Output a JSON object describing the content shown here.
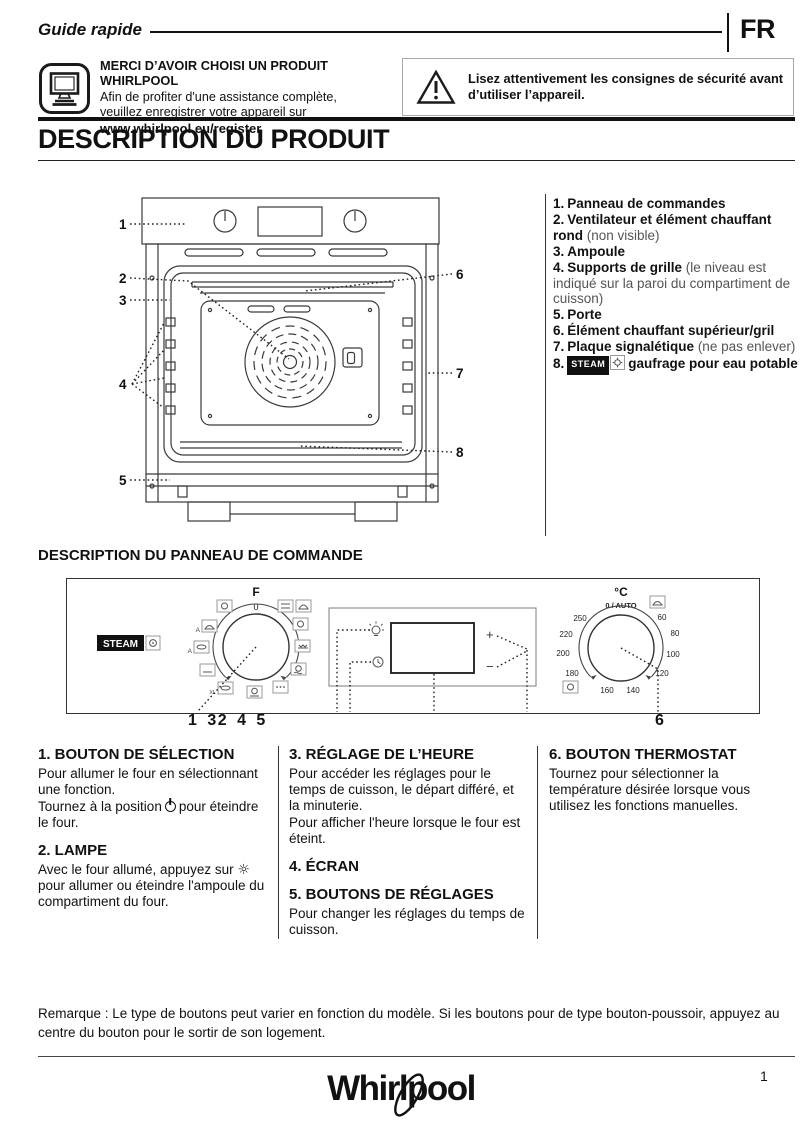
{
  "header": {
    "doc_type": "Guide rapide",
    "lang": "FR"
  },
  "intro": {
    "title": "MERCI D’AVOIR CHOISI UN PRODUIT WHIRLPOOL",
    "line1": "Afin de profiter d'une assistance complète,",
    "line2": "veuillez enregistrer votre appareil sur",
    "url": "www.whirlpool.eu/register",
    "warning1": "Lisez attentivement les consignes de sécurité avant",
    "warning2": "d’utiliser l’appareil."
  },
  "product": {
    "title": "DESCRIPTION DU PRODUIT",
    "parts": [
      {
        "num": "1.",
        "name": "Panneau de commandes"
      },
      {
        "num": "2.",
        "name": "Ventilateur et élément chauffant rond",
        "note": "(non visible)"
      },
      {
        "num": "3.",
        "name": "Ampoule"
      },
      {
        "num": "4.",
        "name": "Supports de grille",
        "note": "(le niveau est indiqué sur la paroi du compartiment de cuisson)"
      },
      {
        "num": "5.",
        "name": "Porte"
      },
      {
        "num": "6.",
        "name": "Élément chauffant supérieur/gril"
      },
      {
        "num": "7.",
        "name": "Plaque signalétique",
        "note": "(ne pas enlever)"
      },
      {
        "num": "8.",
        "badge": "STEAM",
        "name": "gaufrage pour eau potable"
      }
    ],
    "diagram_labels": {
      "l1": "1",
      "l2": "2",
      "l3": "3",
      "l4": "4",
      "l5": "5",
      "l6": "6",
      "l7": "7",
      "l8": "8"
    }
  },
  "panel": {
    "title": "DESCRIPTION DU PANNEAU DE COMMANDE",
    "steam_badge": "STEAM",
    "selector": {
      "letter": "F",
      "zero": "0"
    },
    "display": {
      "plus": "+",
      "minus": "−"
    },
    "thermostat": {
      "unit": "°C",
      "auto": "0 / AUTO",
      "temps": [
        "250",
        "220",
        "200",
        "180",
        "160",
        "140",
        "120",
        "100",
        "80",
        "60"
      ]
    },
    "callouts_left": "1 32 4 5",
    "callouts_right": "6"
  },
  "controls": {
    "s1_heading": "1. BOUTON DE SÉLECTION",
    "s1_p1": "Pour allumer le four en sélectionnant une fonction.",
    "s1_p2_pre": "Tournez à la position",
    "s1_p2_post": "pour éteindre le four.",
    "s2_heading": "2. LAMPE",
    "s2_p_pre": "Avec le four allumé, appuyez sur",
    "s2_p_post": "pour allumer ou éteindre l'ampoule du compartiment du four.",
    "s3_heading": "3. RÉGLAGE DE L’HEURE",
    "s3_p1": "Pour accéder les réglages pour le temps de cuisson, le départ différé, et la minuterie.",
    "s3_p2": "Pour afficher l'heure lorsque le four est éteint.",
    "s4_heading": "4. ÉCRAN",
    "s5_heading": "5. BOUTONS DE RÉGLAGES",
    "s5_p": "Pour changer les réglages du temps de cuisson.",
    "s6_heading": "6. BOUTON THERMOSTAT",
    "s6_p": "Tournez pour sélectionner la température désirée lorsque vous utilisez les fonctions manuelles."
  },
  "icons": {
    "lamp_glyph": "☼",
    "register_icon": "computer-monitor",
    "warning_icon": "warning-triangle",
    "power_icon": "power-symbol"
  },
  "footer": {
    "note": "Remarque : Le type de boutons peut varier en fonction du modèle. Si les boutons pour de type bouton-poussoir, appuyez au centre du bouton pour le sortir de son logement.",
    "logo": "Whirlpool",
    "page": "1"
  }
}
